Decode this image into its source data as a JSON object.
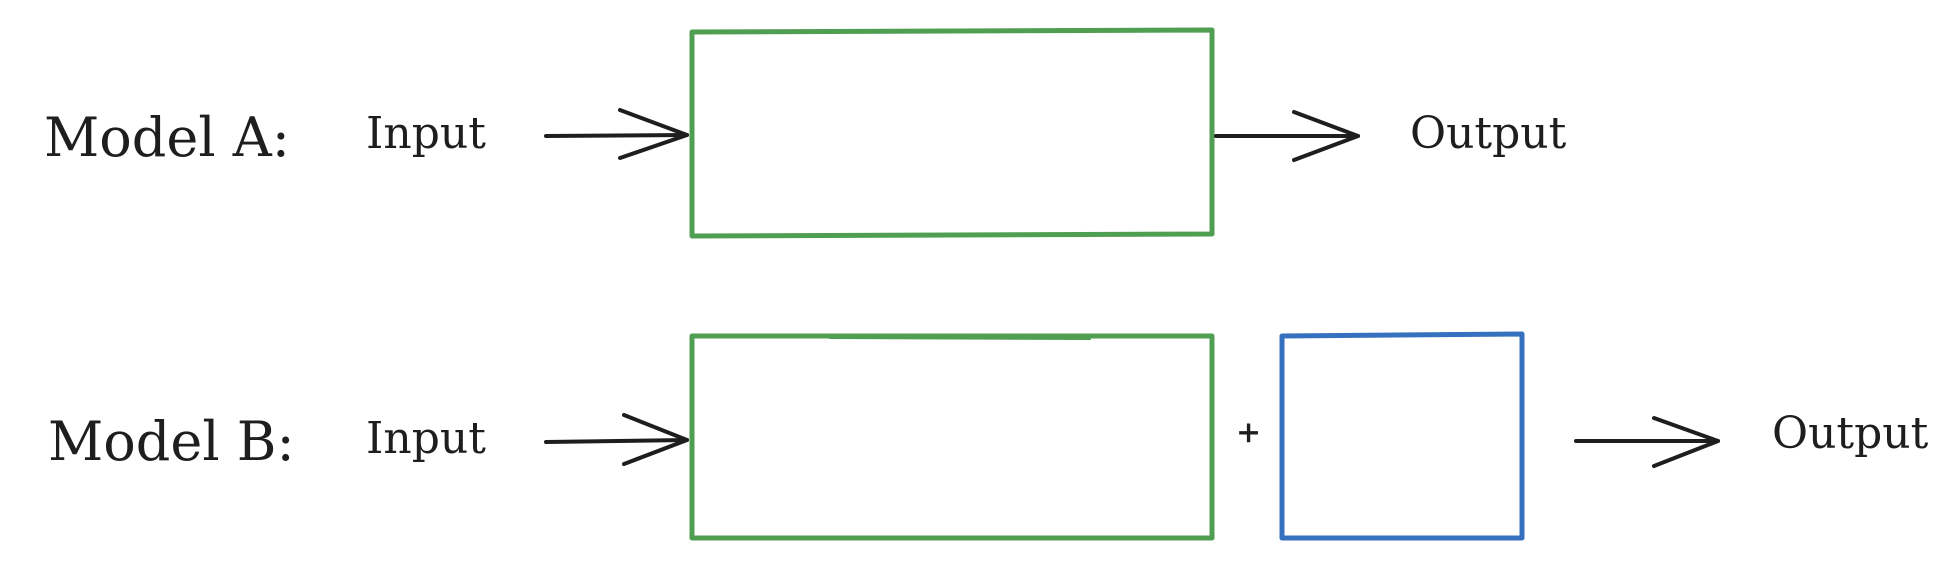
{
  "diagram": {
    "rows": [
      {
        "model_label": "Model A:",
        "input_label": "Input",
        "output_label": "Output",
        "blocks": [
          {
            "color": "#4f9e52"
          }
        ]
      },
      {
        "model_label": "Model B:",
        "input_label": "Input",
        "output_label": "Output",
        "plus": "+",
        "blocks": [
          {
            "color": "#4f9e52"
          },
          {
            "color": "#3671bf"
          }
        ]
      }
    ],
    "colors": {
      "ink": "#1e1e1e",
      "green": "#4f9e52",
      "blue": "#3671bf"
    }
  }
}
